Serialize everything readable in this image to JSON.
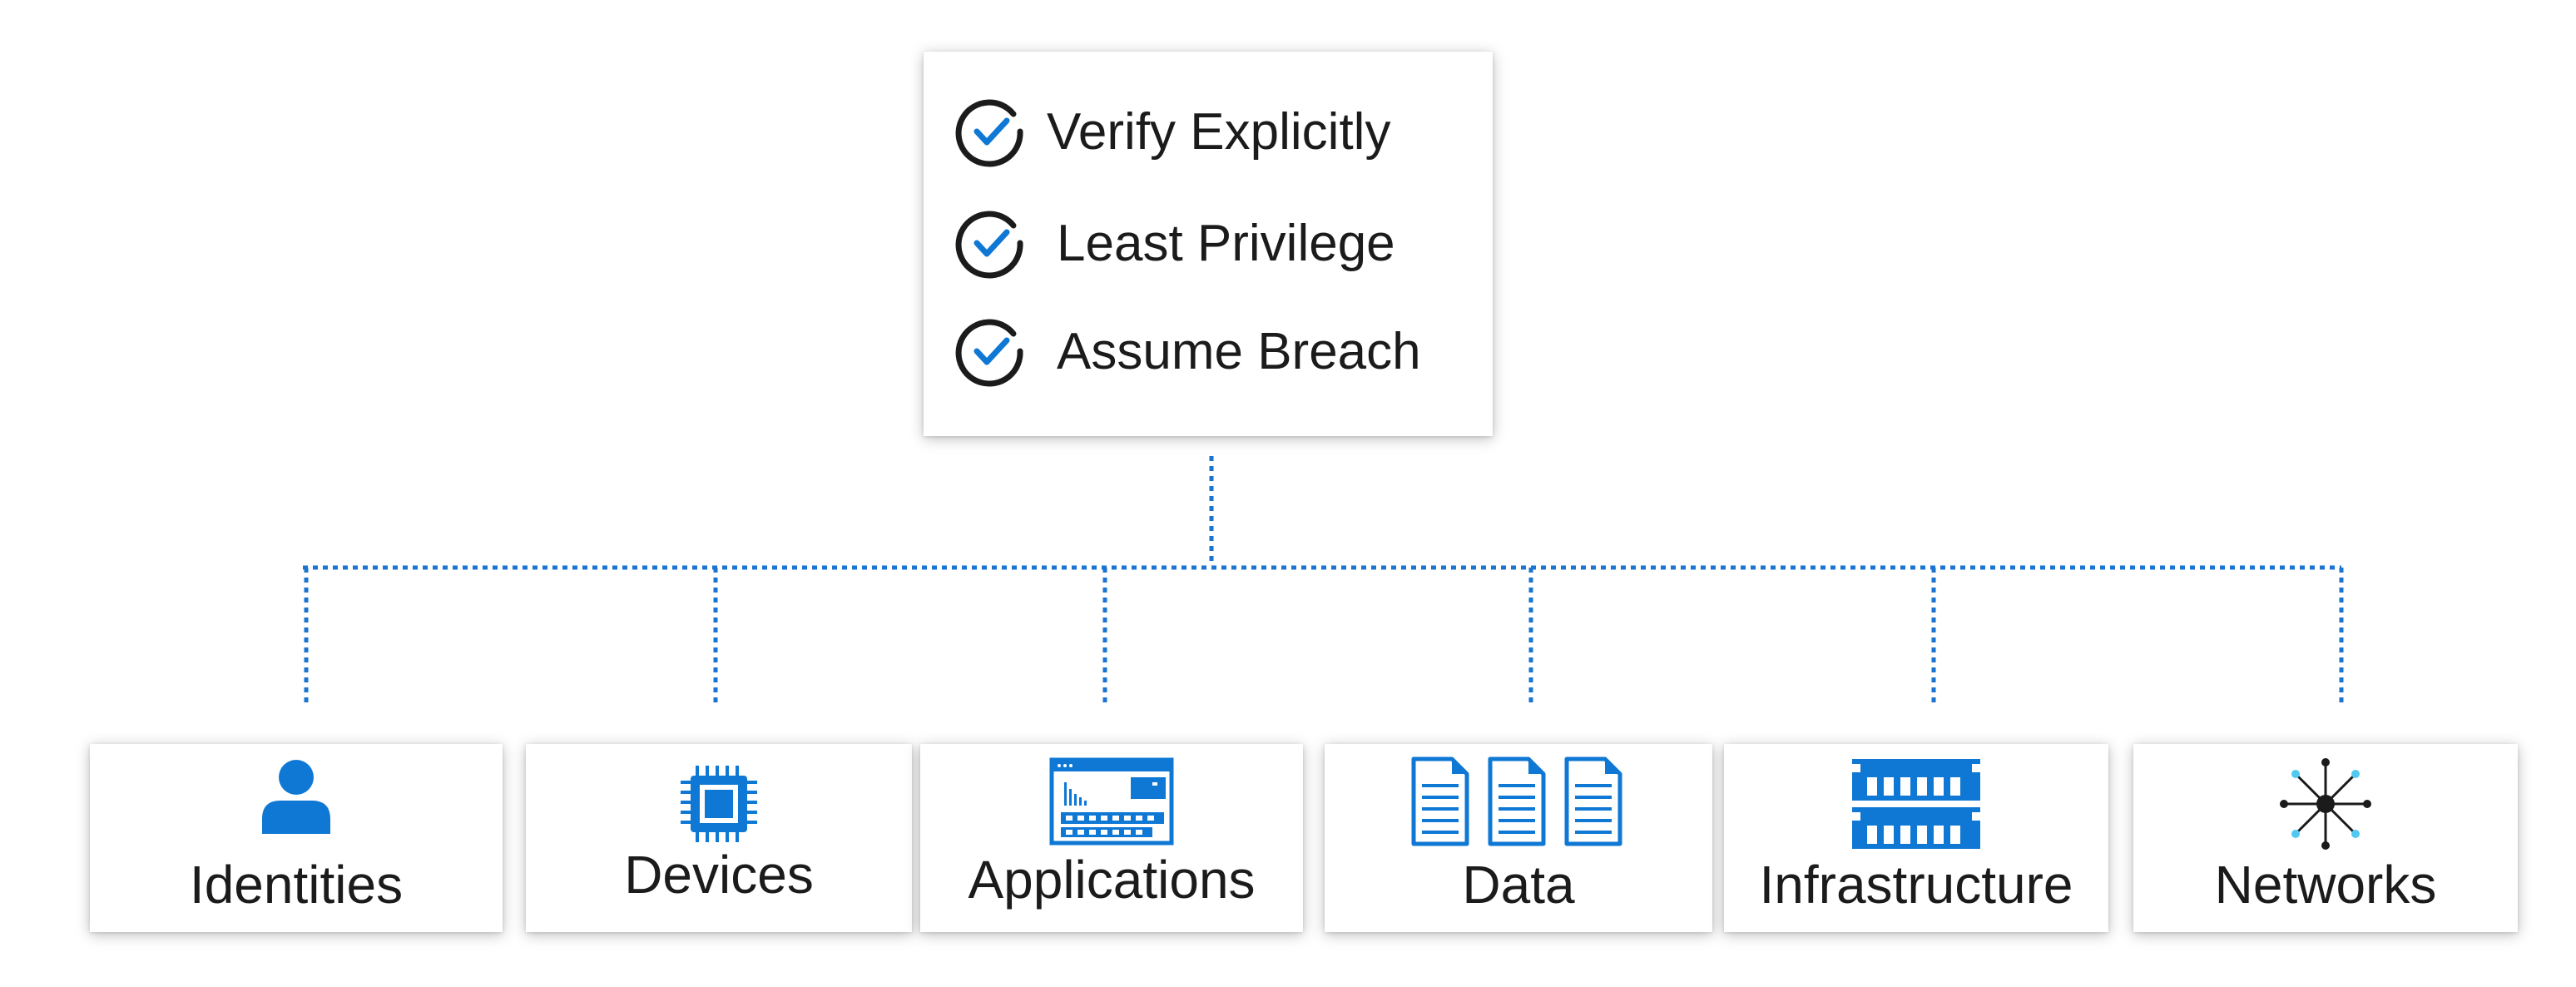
{
  "principles": [
    {
      "label": "Verify Explicitly",
      "icon": "check-circle-icon"
    },
    {
      "label": "Least Privilege",
      "icon": "check-circle-icon"
    },
    {
      "label": "Assume Breach",
      "icon": "check-circle-icon"
    }
  ],
  "pillars": [
    {
      "label": "Identities",
      "icon": "person-icon"
    },
    {
      "label": "Devices",
      "icon": "chip-icon"
    },
    {
      "label": "Applications",
      "icon": "app-window-icon"
    },
    {
      "label": "Data",
      "icon": "documents-icon"
    },
    {
      "label": "Infrastructure",
      "icon": "datacenter-icon"
    },
    {
      "label": "Networks",
      "icon": "network-hub-icon"
    }
  ],
  "colors": {
    "accent": "#0f78d4",
    "accent_light": "#50c8f0",
    "connector": "#1a74d0",
    "text": "#1b1b1b",
    "check_ring": "#1b1b1b"
  }
}
